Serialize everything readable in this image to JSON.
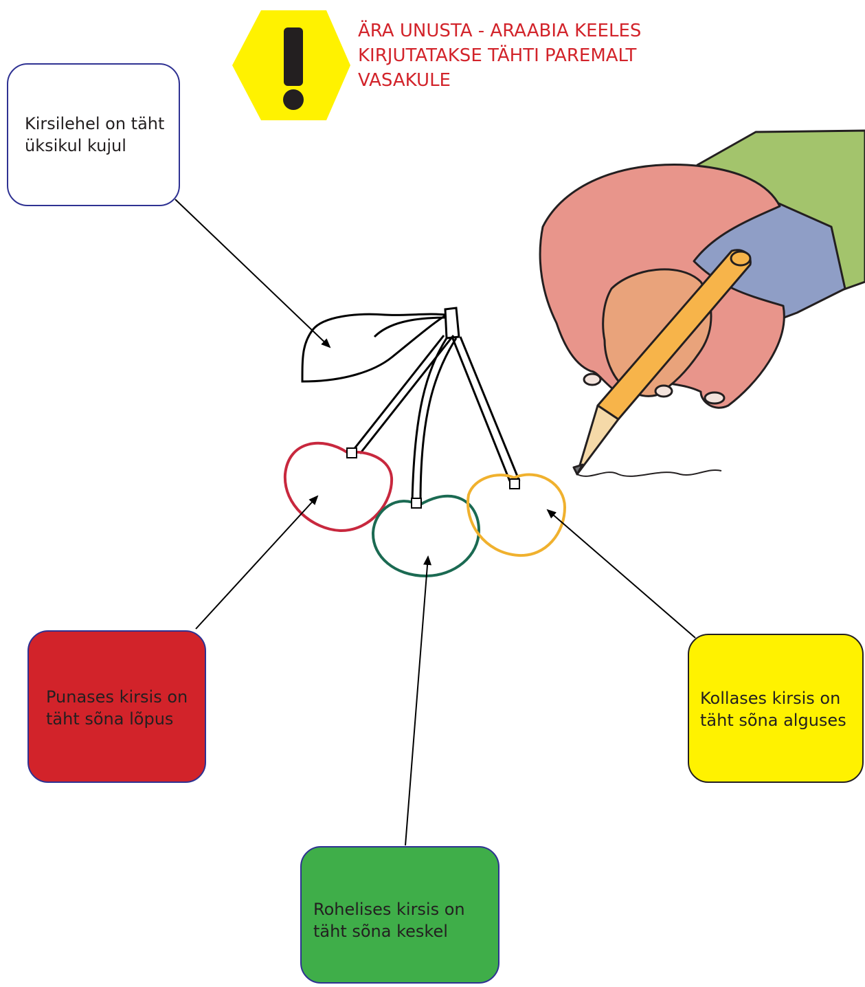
{
  "warning": {
    "text": "ÄRA UNUSTA - ARAABIA KEELES\nKIRJUTATAKSE TÄHTI PAREMALT\nVASAKULE",
    "icon": "exclamation-hexagon-icon",
    "color": "#d2232a",
    "badge_color": "#fff200"
  },
  "boxes": {
    "leaf": {
      "text": "Kirsilehel on täht\nüksikul kujul",
      "fill": "#ffffff"
    },
    "red": {
      "text": "Punases kirsis on\ntäht sõna lõpus",
      "fill": "#d2232a"
    },
    "green": {
      "text": "Rohelises kirsis on\ntäht sõna keskel",
      "fill": "#3fae49"
    },
    "yellow": {
      "text": "Kollases kirsis on\ntäht sõna alguses",
      "fill": "#fff200"
    }
  },
  "cherries": {
    "red": "#c8283e",
    "green": "#1b6a52",
    "yellow": "#f0b12e"
  },
  "illustration": "hand-writing-with-pencil"
}
